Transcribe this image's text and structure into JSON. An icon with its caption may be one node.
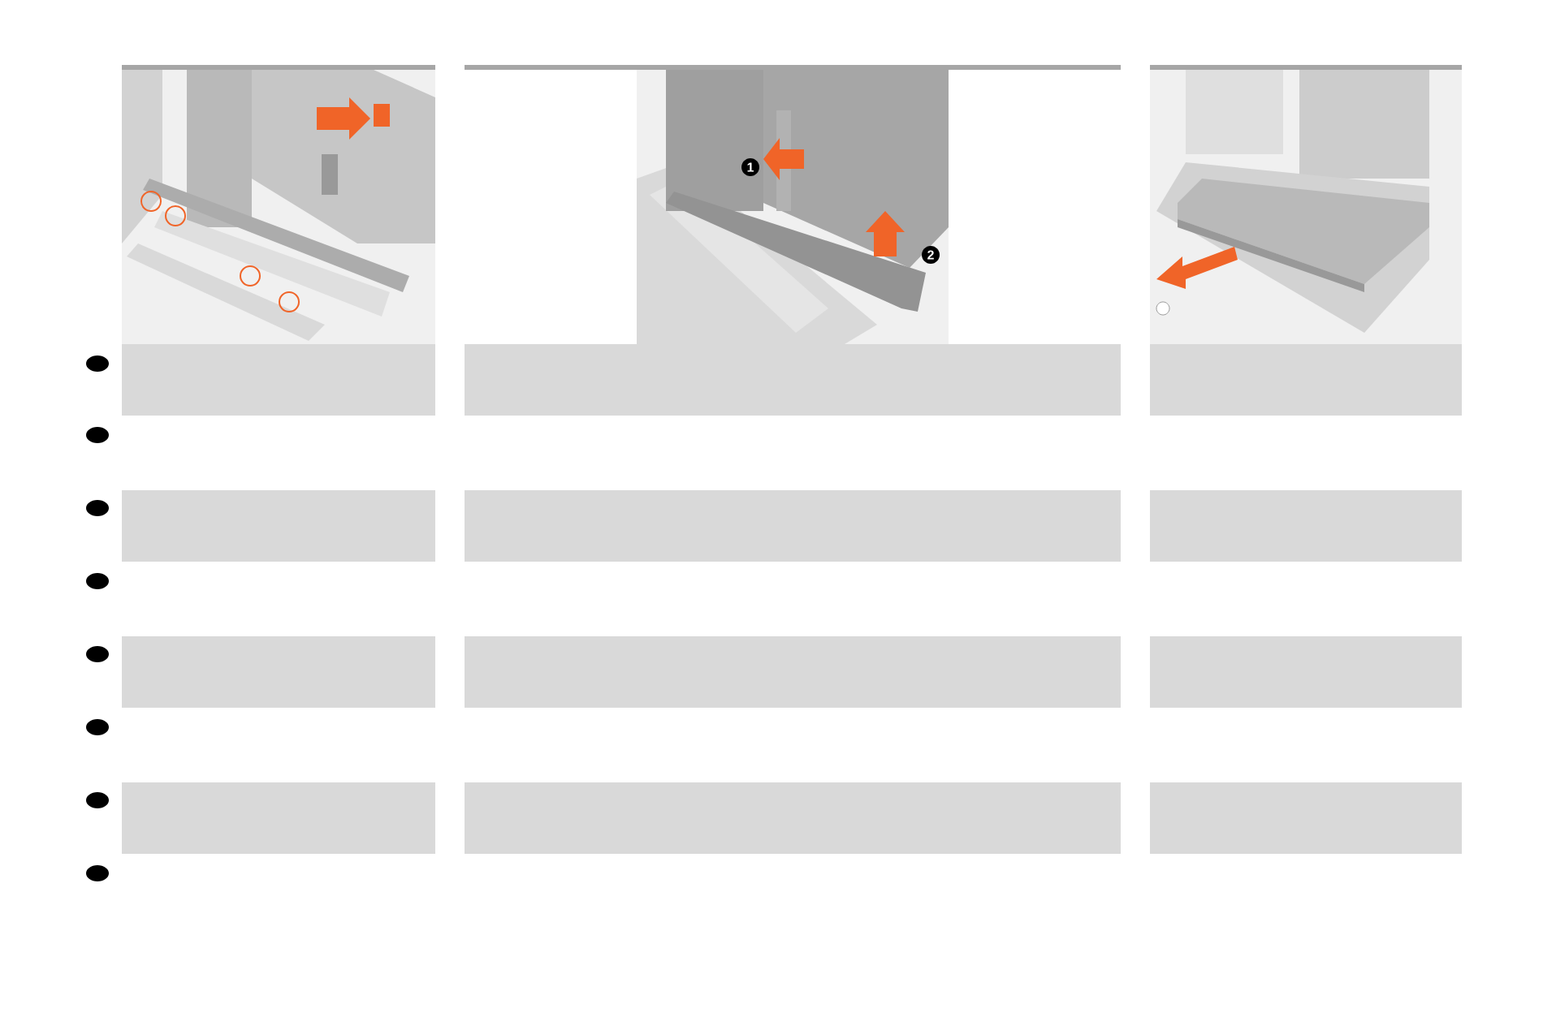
{
  "diagram": {
    "nodes": [
      {
        "text": [],
        "shape": "circle"
      },
      {
        "text": [],
        "shape": "box"
      },
      {
        "text": [],
        "shape": "box"
      },
      {
        "text": [],
        "shape": "box"
      },
      {
        "text": [],
        "shape": "circle"
      },
      {
        "text": [],
        "shape": "circle"
      },
      {
        "text": [],
        "shape": "box"
      },
      {
        "text": [],
        "shape": "box"
      },
      {
        "text": [],
        "shape": "box"
      },
      {
        "text": [],
        "shape": "circle"
      },
      {
        "text": [],
        "shape": "circle"
      },
      {
        "text": [],
        "shape": "box"
      },
      {
        "text": [],
        "shape": "box"
      },
      {
        "text": [],
        "shape": "box"
      },
      {
        "text": [],
        "shape": "circle"
      },
      {
        "text": [],
        "shape": "circle"
      },
      {
        "text": [],
        "shape": "box"
      },
      {
        "text": [],
        "shape": "box"
      },
      {
        "text": [],
        "shape": "box"
      },
      {
        "text": [],
        "shape": "circle"
      }
    ],
    "labels": [
      "1",
      "2"
    ]
  }
}
